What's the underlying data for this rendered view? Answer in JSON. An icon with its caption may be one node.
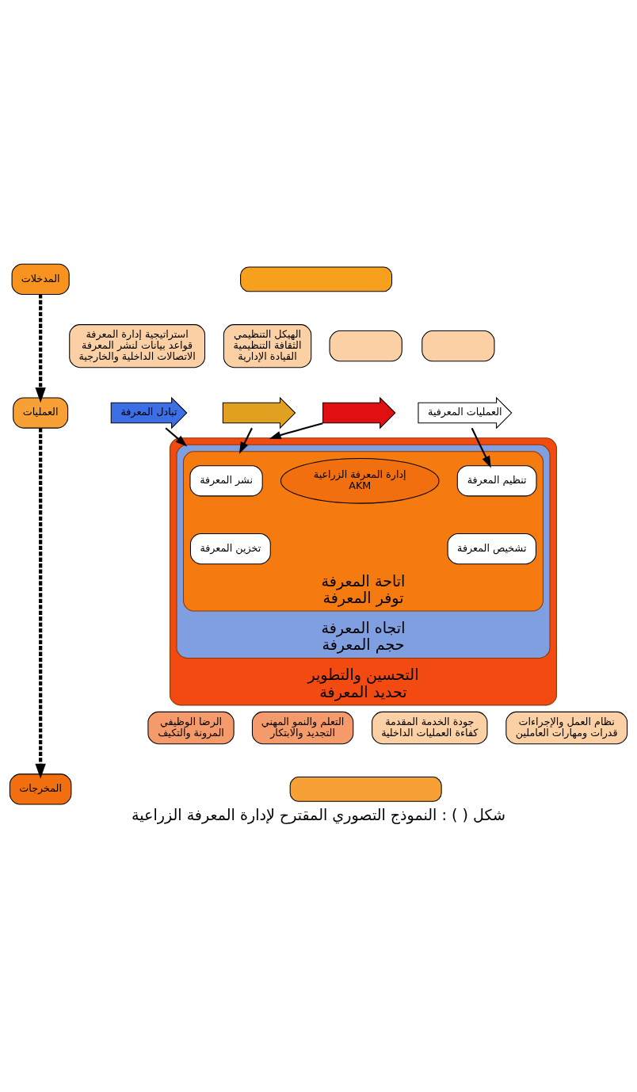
{
  "diagram": {
    "title": "شكل ( ) : النموذج التصوري المقترح لإدارة المعرفة الزراعية",
    "nodes": [
      {
        "text": [
          "المدخلات"
        ]
      },
      {
        "text": [
          "العمليات"
        ]
      },
      {
        "text": [
          "المخرجات"
        ]
      },
      {
        "text": [],
        "shape": "bar"
      },
      {
        "text": [
          "استراتيجية إدارة المعرفة",
          "قواعد بيانات لنشر المعرفة",
          "الاتصالات الداخلية والخارجية"
        ]
      },
      {
        "text": [
          "الهيكل التنظيمي",
          "الثقافة التنظيمية",
          "القيادة الإدارية"
        ]
      },
      {
        "text": [],
        "shape": "box"
      },
      {
        "text": [],
        "shape": "box"
      },
      {
        "text": [
          "التحسين والتطوير",
          "تحديد المعرفة"
        ]
      },
      {
        "text": [
          "اتجاه المعرفة",
          "حجم المعرفة"
        ],
        "in": 8
      },
      {
        "text": [
          "اتاحة المعرفة",
          "توفر المعرفة"
        ],
        "in": 9
      },
      {
        "text": [
          "نشر المعرفة"
        ],
        "in": 10
      },
      {
        "text": [
          "تخزين المعرفة"
        ],
        "in": 10
      },
      {
        "text": [
          "إدارة المعرفة الزراعية",
          "AKM"
        ],
        "in": 10
      },
      {
        "text": [
          "تنظيم المعرفة"
        ],
        "in": 10
      },
      {
        "text": [
          "تشخيص المعرفة"
        ],
        "in": 10
      },
      {
        "text": [
          "تبادل المعرفة"
        ]
      },
      {
        "text": [],
        "shape": "arrow"
      },
      {
        "text": [],
        "shape": "arrow"
      },
      {
        "text": [
          "العمليات المعرفية"
        ]
      },
      {
        "text": [
          "الرضا الوظيفي",
          "المرونة والتكيف"
        ]
      },
      {
        "text": [
          "التعلم والنمو المهني",
          "التجديد والابتكار"
        ]
      },
      {
        "text": [
          "جودة الخدمة المقدمة",
          "كفاءة العمليات الداخلية"
        ]
      },
      {
        "text": [
          "نظام العمل والإجراءات",
          "قدرات ومهارات العاملين"
        ]
      },
      {
        "text": [],
        "shape": "bar"
      }
    ],
    "edges": [
      {
        "from": 0,
        "to": 1,
        "arrow": "to",
        "style": "dashed"
      },
      {
        "from": 1,
        "to": 2,
        "arrow": "to",
        "style": "dashed"
      },
      {
        "from": 16,
        "to": 9,
        "arrow": "to"
      },
      {
        "from": 17,
        "to": 10,
        "arrow": "to"
      },
      {
        "from": 18,
        "to": 8,
        "arrow": "to"
      },
      {
        "from": 19,
        "to": 14,
        "arrow": "to"
      }
    ]
  }
}
